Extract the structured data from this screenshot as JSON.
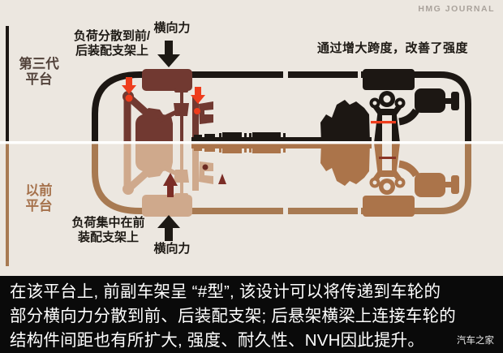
{
  "header": {
    "journal": "HMG JOURNAL",
    "watermark": "汽车之家"
  },
  "platform_labels": {
    "gen3_line1": "第三代",
    "gen3_line2": "平台",
    "prev_line1": "以前",
    "prev_line2": "平台"
  },
  "annotations": {
    "load_distributed_line1": "负荷分散到前/",
    "load_distributed_line2": "后装配支架上",
    "lateral_force_top": "横向力",
    "span_improved": "通过增大跨度，改善了强度",
    "load_concentrated_line1": "负荷集中在前",
    "load_concentrated_line2": "装配支架上",
    "lateral_force_bottom": "横向力"
  },
  "caption": {
    "line1": "在该平台上, 前副车架呈 “#型”, 该设计可以将传递到车轮的",
    "line2": "部分横向力分散到前、后装配支架; 后悬架横梁上连接车轮的",
    "line3": "结构件间距也有所扩大, 强度、耐久性、NVH因此提升。"
  },
  "colors": {
    "background": "#ece7e0",
    "gen3_front": "#713931",
    "gen3_rear": "#1c1713",
    "prev_front": "#cfa98c",
    "prev_rear": "#ab744a",
    "accent_red": "#ee3d1d",
    "accent_dark_red": "#7b2d26",
    "caption_bg": "#0a0a0a",
    "journal_gray": "#a9a29b"
  }
}
